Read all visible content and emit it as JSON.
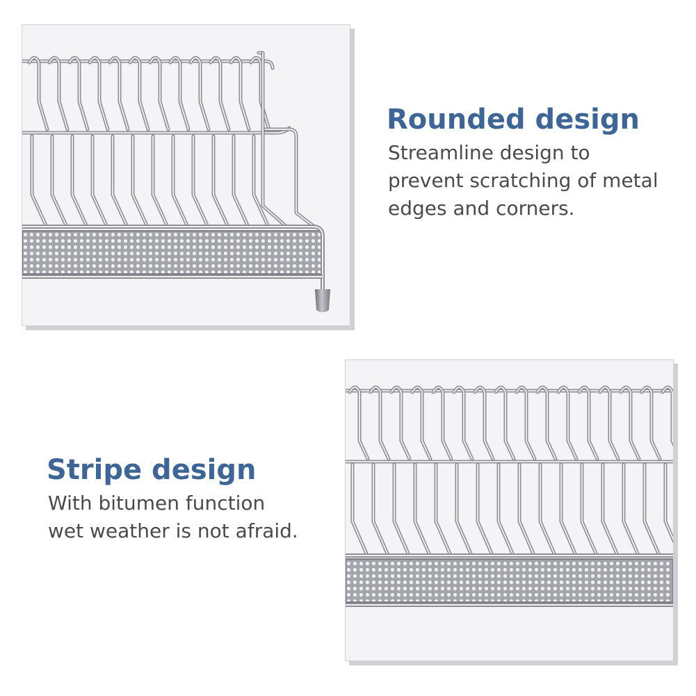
{
  "features": [
    {
      "title": "Rounded design",
      "description_lines": [
        "Streamline design to",
        "prevent scratching of metal",
        "edges and corners."
      ]
    },
    {
      "title": "Stripe design",
      "description_lines": [
        "With bitumen function",
        "wet weather is not afraid."
      ]
    }
  ],
  "colors": {
    "title": "#3d6597",
    "text": "#4a4a4a",
    "chrome": "#8e8f95",
    "chrome_highlight": "#f2f2f4",
    "frame_border": "#cfcfd4"
  }
}
